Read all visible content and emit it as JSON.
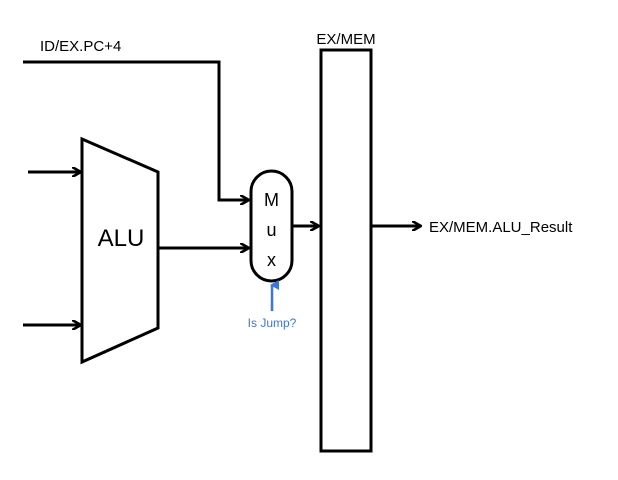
{
  "diagram": {
    "signals": {
      "pc_plus4": "ID/EX.PC+4",
      "alu_result_out": "EX/MEM.ALU_Result",
      "mux_select": "Is Jump?"
    },
    "blocks": {
      "alu": "ALU",
      "mux": [
        "M",
        "u",
        "x"
      ],
      "pipeline_register": "EX/MEM"
    },
    "colors": {
      "line": "#000000",
      "control_signal": "#3e74e0",
      "background": "#ffffff"
    }
  }
}
